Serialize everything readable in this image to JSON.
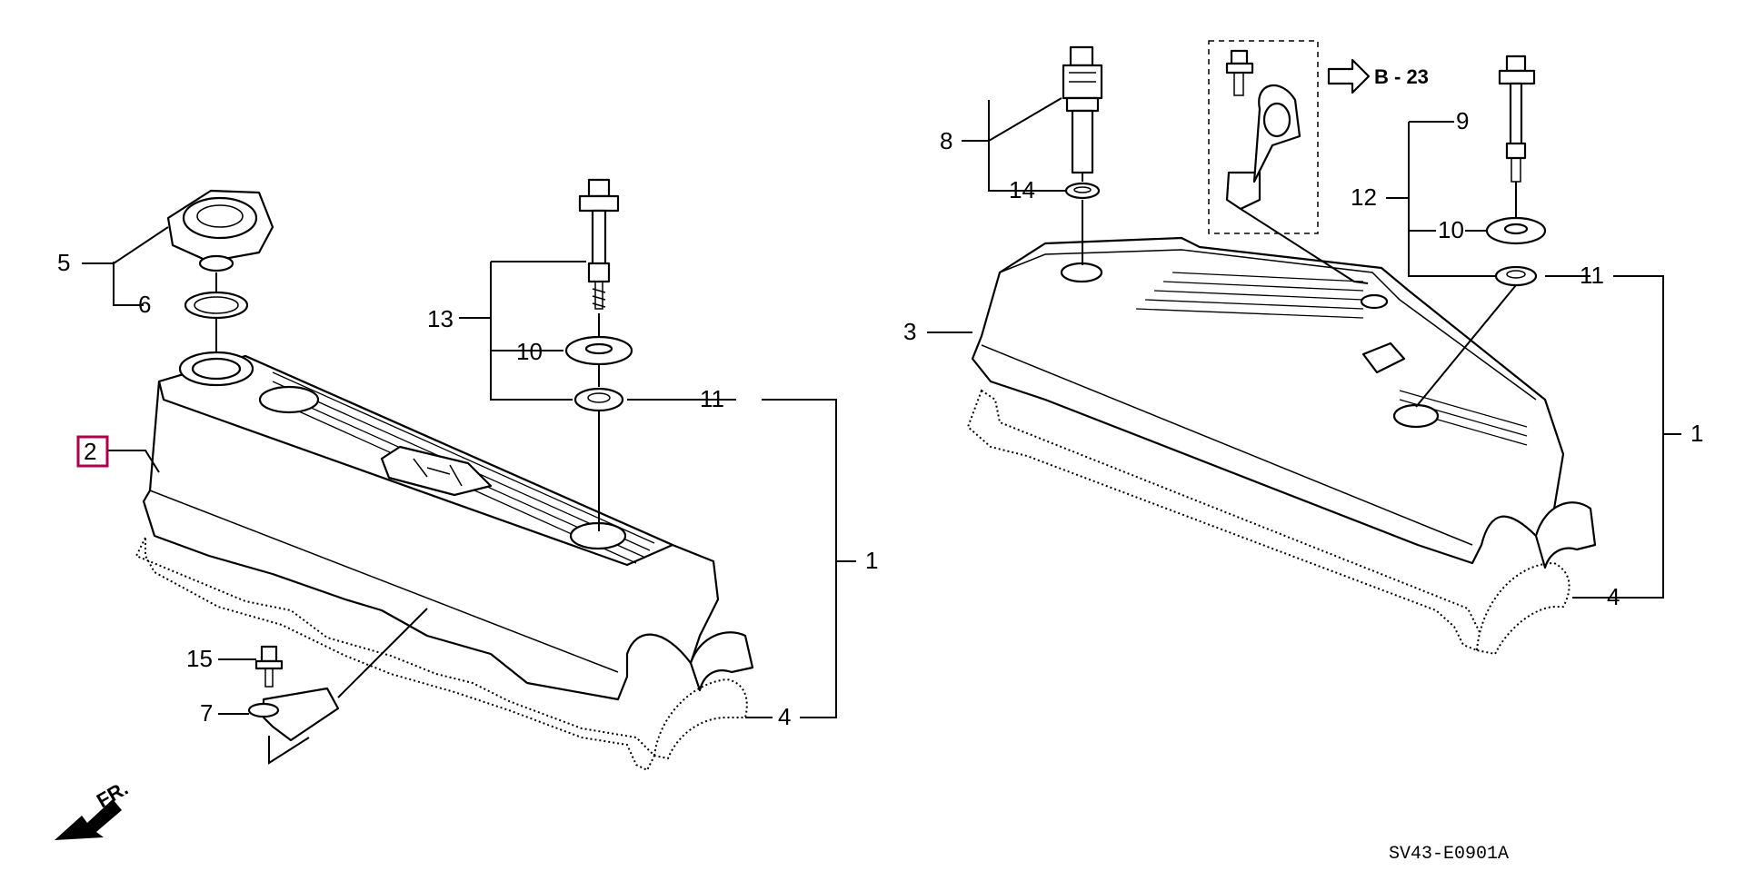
{
  "diagram": {
    "callouts": {
      "n1_left": "1",
      "n1_right": "1",
      "n2": "2",
      "n3": "3",
      "n4_left": "4",
      "n4_right": "4",
      "n5": "5",
      "n6": "6",
      "n7": "7",
      "n8": "8",
      "n9": "9",
      "n10_left": "10",
      "n10_right": "10",
      "n11_left": "11",
      "n11_right": "11",
      "n12": "12",
      "n13": "13",
      "n14": "14",
      "n15": "15"
    },
    "reference": "B - 23",
    "front_label": "FR.",
    "diagram_code": "SV43-E0901A",
    "highlighted_part": "2",
    "highlight_color": "#b0004a"
  }
}
